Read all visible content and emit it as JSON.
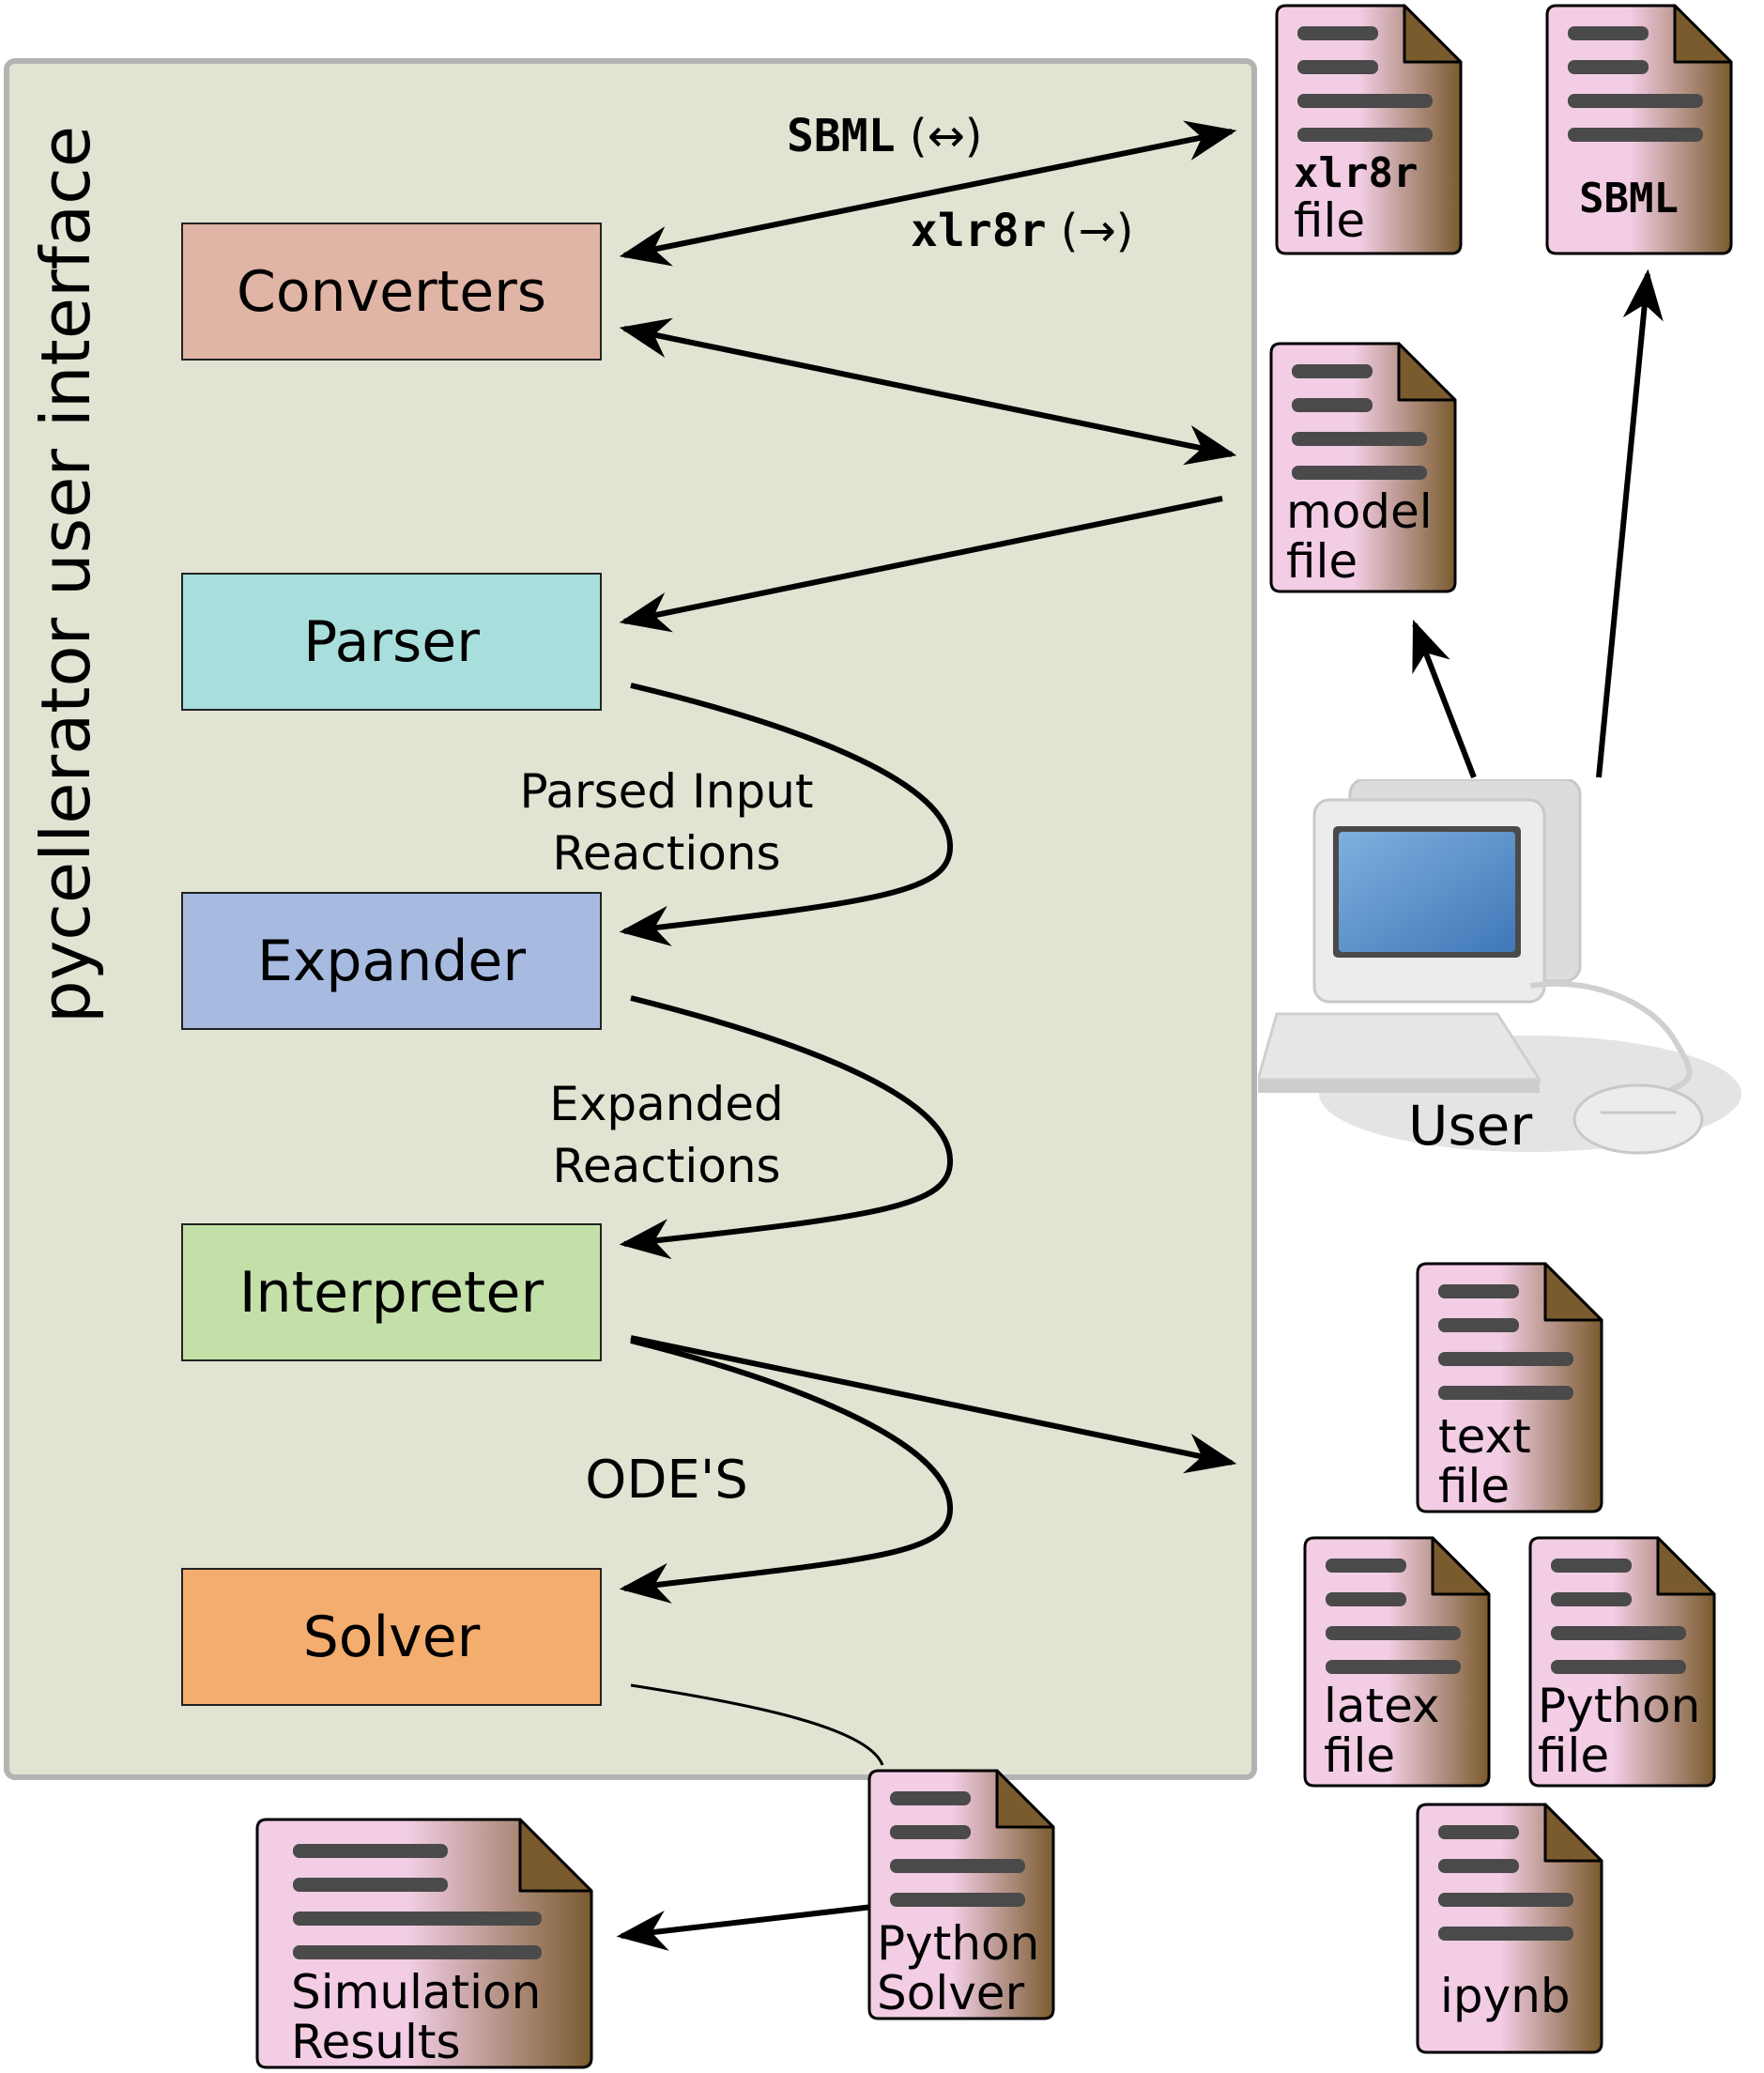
{
  "diagram": {
    "ui_title": "pycellerator user interface",
    "modules": {
      "converters": "Converters",
      "parser": "Parser",
      "expander": "Expander",
      "interpreter": "Interpreter",
      "solver": "Solver"
    },
    "flow_labels": {
      "parsed_line1": "Parsed Input",
      "parsed_line2": "Reactions",
      "expanded_line1": "Expanded",
      "expanded_line2": "Reactions",
      "odes": "ODE'S"
    },
    "format_labels": {
      "sbml_name": "SBML",
      "sbml_dir": "(↔)",
      "xlr8r_name": "xlr8r",
      "xlr8r_dir": "(→)"
    },
    "files": {
      "xlr8r_file": {
        "line1": "xlr8r",
        "line2": "file"
      },
      "sbml_file": {
        "line1": "SBML"
      },
      "model_file": {
        "line1": "model",
        "line2": "file"
      },
      "text_file": {
        "line1": "text",
        "line2": "file"
      },
      "latex_file": {
        "line1": "latex",
        "line2": "file"
      },
      "python_file": {
        "line1": "Python",
        "line2": "file"
      },
      "ipynb_file": {
        "line1": "ipynb"
      },
      "python_solver": {
        "line1": "Python",
        "line2": "Solver"
      },
      "simulation_results": {
        "line1": "Simulation",
        "line2": "Results"
      }
    },
    "user_label": "User",
    "colors": {
      "frame_bg": "#e2e4d3",
      "frame_border": "#b3b3b3",
      "converters": "#e1b5a5",
      "parser": "#a8dfdc",
      "expander": "#a7bbe1",
      "interpreter": "#c3e0a9",
      "solver": "#f3ad6f",
      "doc_pink": "#f2cde4",
      "doc_brown": "#7a5b2e",
      "doc_lines": "#4a4a4a"
    }
  }
}
